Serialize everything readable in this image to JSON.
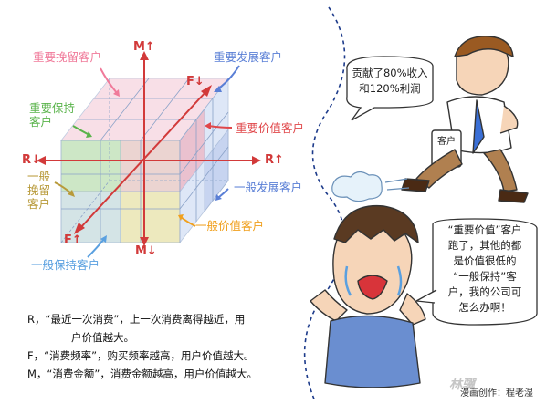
{
  "axes": {
    "m_up": "M↑",
    "m_down": "M↓",
    "r_left": "R↓",
    "r_right": "R↑",
    "f_up": "F↓",
    "f_down": "F↑"
  },
  "segments": {
    "retain_important": "重要挽留客户",
    "develop_important": "重要发展客户",
    "keep_important_line1": "重要保持",
    "keep_important_line2": "客户",
    "value_important": "重要价值客户",
    "retain_general_line1": "一般",
    "retain_general_line2": "挽留",
    "retain_general_line3": "客户",
    "develop_general": "一般发展客户",
    "value_general": "一般价值客户",
    "keep_general": "一般保持客户"
  },
  "bubble_top": {
    "line1": "贡献了80%收入",
    "line2": "和120%利润"
  },
  "bubble_bottom": {
    "line1": "“重要价值”客户",
    "line2": "跑了，其他的都",
    "line3": "是价值很低的",
    "line4": "“一般保持”客",
    "line5": "户，我的公司可",
    "line6": "怎么办啊！"
  },
  "folder_label": "客户",
  "legend": {
    "r_line1": "R，“最近一次消费”，上一次消费离得越近，用",
    "r_line2": "户价值越大。",
    "f_line": "F，“消费频率”，购买频率越高，用户价值越大。",
    "m_line": "M，“消费金额”，消费金额越高，用户价值越大。"
  },
  "credit": "漫画创作：程老湿",
  "watermark": "林骥",
  "colors": {
    "axis": "#d23a3a",
    "pink": "#f07a9a",
    "blue": "#5a7fd6",
    "green": "#59b34a",
    "red": "#e0474a",
    "orange": "#f0a01e",
    "lightblue": "#5aa0e0",
    "olive": "#b89a3a"
  }
}
